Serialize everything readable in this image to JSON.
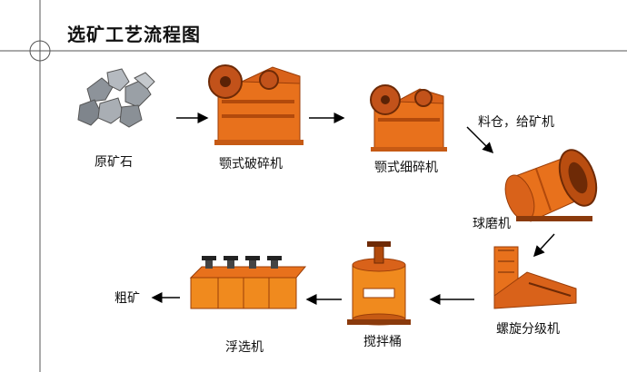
{
  "title": "选矿工艺流程图",
  "steps": {
    "ore": "原矿石",
    "jaw_crusher": "颚式破碎机",
    "fine_jaw_crusher": "颚式细碎机",
    "bin_feeder": "料仓，给矿机",
    "ball_mill": "球磨机",
    "spiral_classifier": "螺旋分级机",
    "agitation_tank": "搅拌桶",
    "flotation": "浮选机",
    "concentrate": "粗矿"
  },
  "colors": {
    "machine_orange": "#e8711c",
    "machine_dark": "#b24a0c",
    "rule_line": "#555555",
    "arrow": "#000000"
  }
}
